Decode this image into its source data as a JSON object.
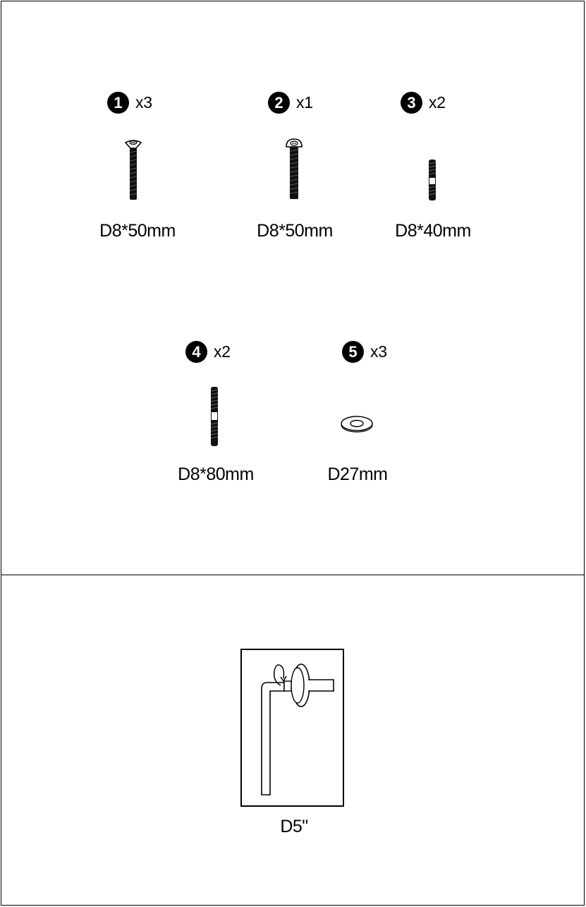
{
  "parts": [
    {
      "number": "1",
      "quantity": "x3",
      "size": "D8*50mm",
      "icon": "countersunk-bolt-icon"
    },
    {
      "number": "2",
      "quantity": "x1",
      "size": "D8*50mm",
      "icon": "button-head-bolt-icon"
    },
    {
      "number": "3",
      "quantity": "x2",
      "size": "D8*40mm",
      "icon": "threaded-stud-icon"
    },
    {
      "number": "4",
      "quantity": "x2",
      "size": "D8*80mm",
      "icon": "threaded-stud-icon"
    },
    {
      "number": "5",
      "quantity": "x3",
      "size": "D27mm",
      "icon": "washer-icon"
    }
  ],
  "tool": {
    "size": "D5\"",
    "icon": "allen-key-icon"
  }
}
